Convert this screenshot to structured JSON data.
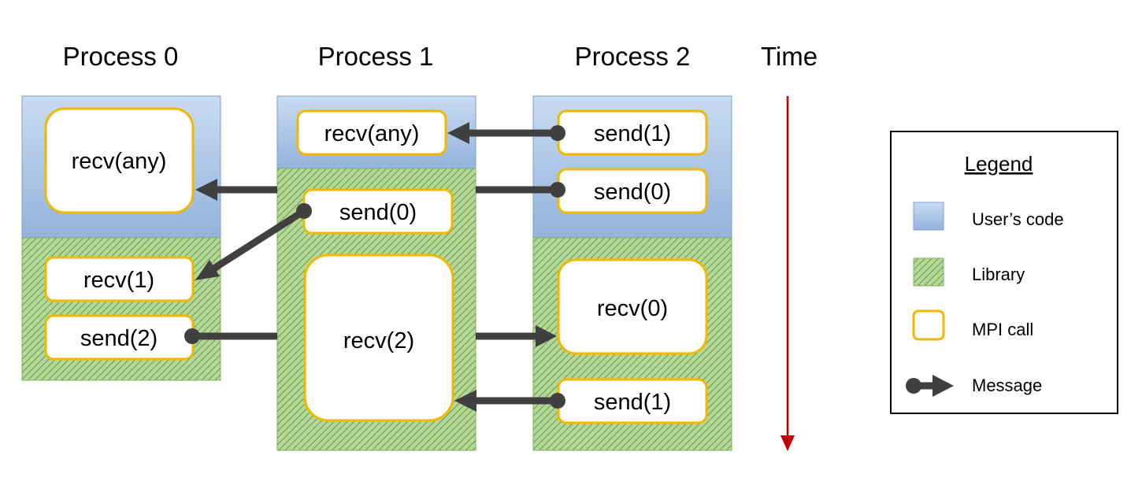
{
  "titles": {
    "process0": "Process 0",
    "process1": "Process 1",
    "process2": "Process 2",
    "time": "Time"
  },
  "calls": {
    "p0_recv_any": "recv(any)",
    "p0_recv_1": "recv(1)",
    "p0_send_2": "send(2)",
    "p1_recv_any": "recv(any)",
    "p1_send_0": "send(0)",
    "p1_recv_2": "recv(2)",
    "p2_send_1_top": "send(1)",
    "p2_send_0": "send(0)",
    "p2_recv_0": "recv(0)",
    "p2_send_1_bottom": "send(1)"
  },
  "legend": {
    "title": "Legend",
    "users_code": "User’s code",
    "library": "Library",
    "mpi_call": "MPI call",
    "message": "Message"
  },
  "colors": {
    "user_code_top": "#c6d9f0",
    "user_code_bottom": "#95b3d7",
    "user_code_border": "#6c8ebf",
    "library_fill": "#a9d18e",
    "library_hatch": "#70ad47",
    "mpi_border": "#f2b700",
    "arrow": "#404040",
    "time_arrow": "#c00000"
  }
}
